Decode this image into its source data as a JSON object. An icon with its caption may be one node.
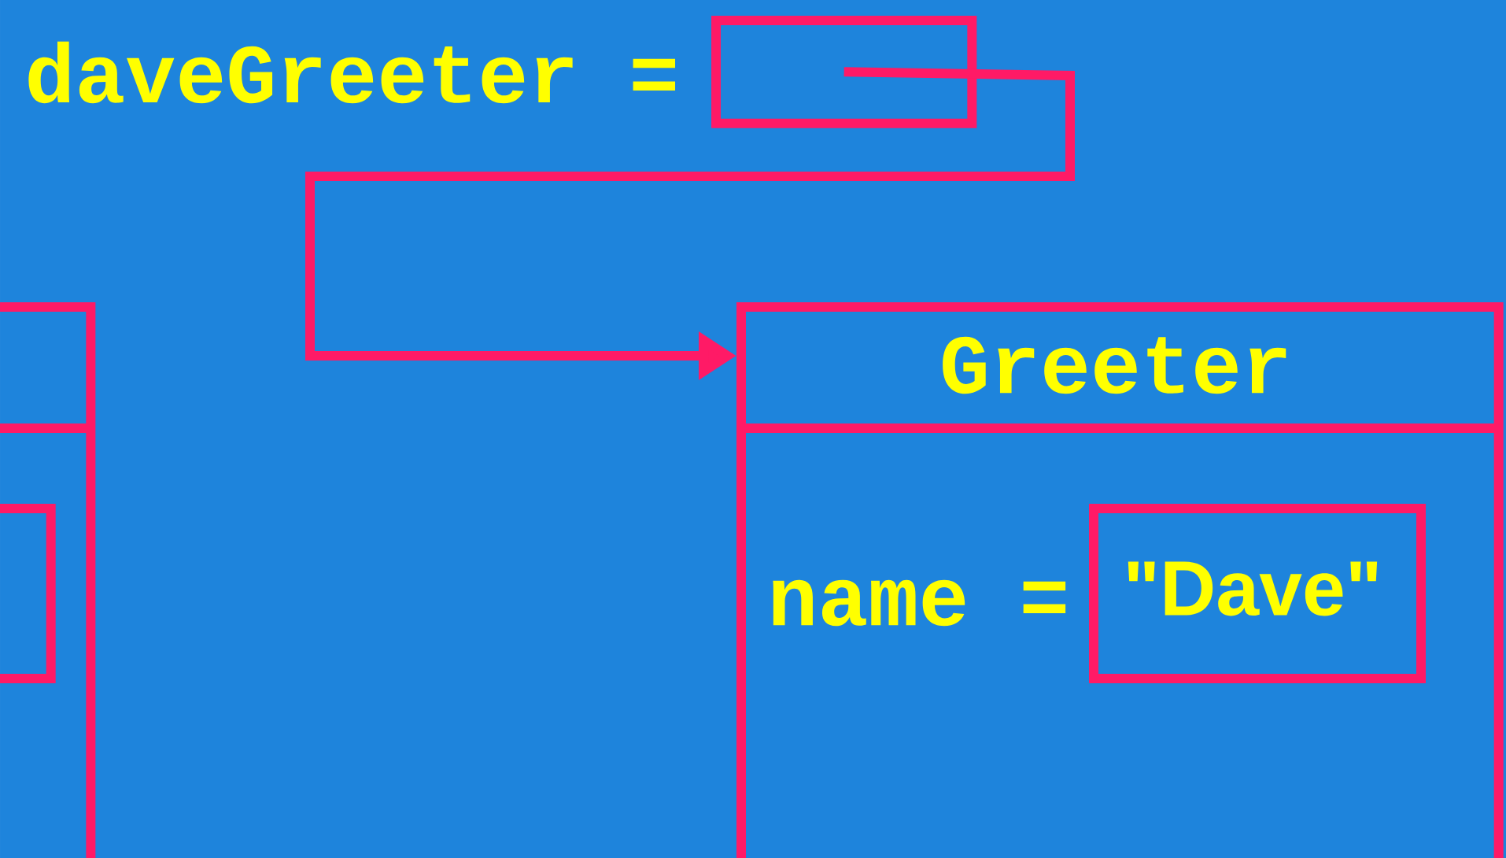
{
  "diagram": {
    "nodes": [
      {
        "text": [],
        "shape": "box",
        "beside": [
          "daveGreeter ="
        ]
      },
      {
        "text": [],
        "shape": "box"
      },
      {
        "text": [],
        "shape": "box",
        "in": 1
      },
      {
        "text": [
          "Greeter"
        ]
      },
      {
        "text": [
          "\"Dave\""
        ],
        "in": 3,
        "beside": [
          "name ="
        ]
      }
    ],
    "edges": [
      {
        "from": 0,
        "to": 3,
        "arrow": "to"
      }
    ]
  }
}
